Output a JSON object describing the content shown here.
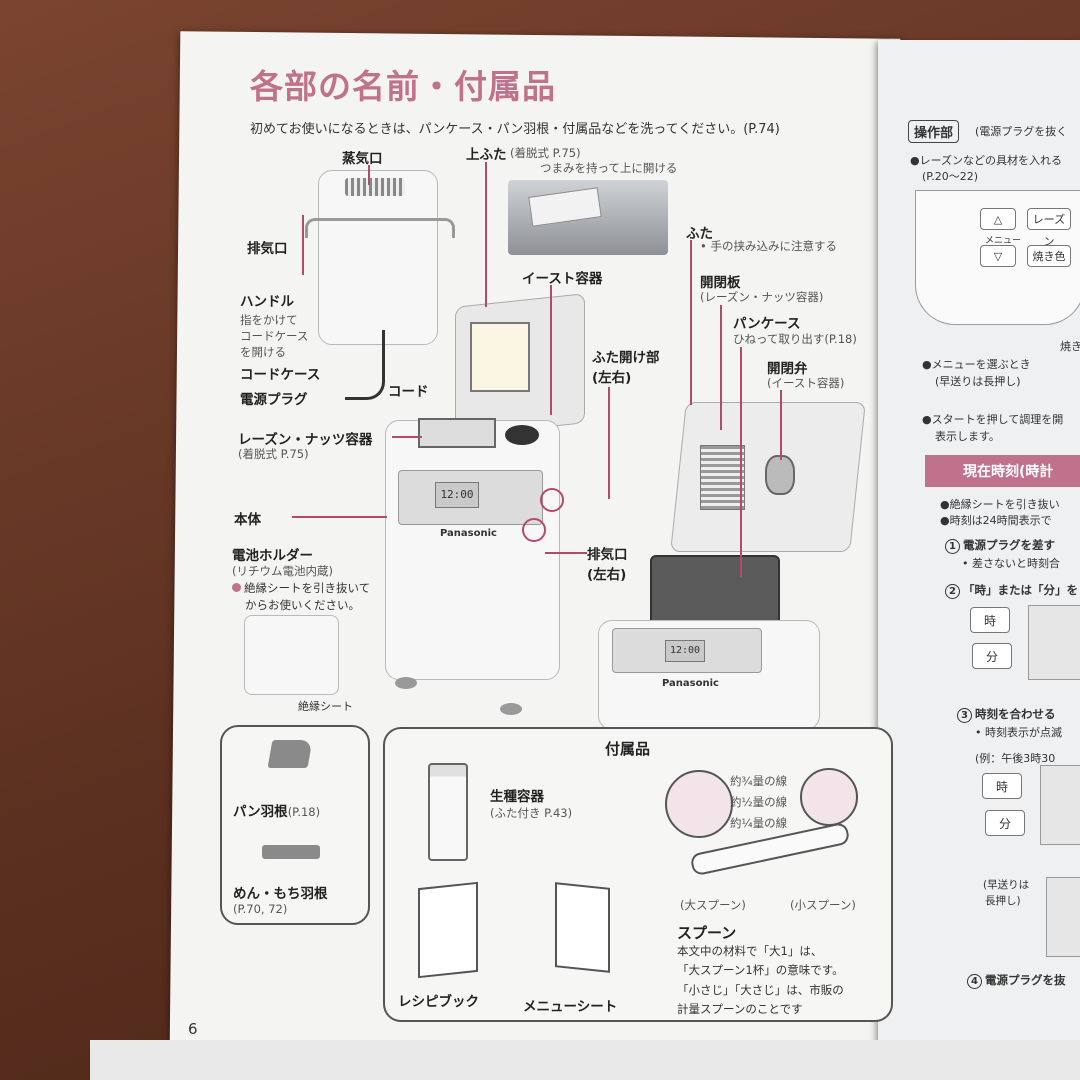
{
  "page": {
    "title": "各部の名前・付属品",
    "intro": "初めてお使いになるときは、パンケース・パン羽根・付属品などを洗ってください。(P.74)",
    "page_number": "6"
  },
  "labels": {
    "steam_vent": "蒸気口",
    "exhaust_vent": "排気口",
    "handle": "ハンドル",
    "handle_note1": "指をかけて",
    "handle_note2": "コードケース",
    "handle_note3": "を開ける",
    "cord_case": "コードケース",
    "cord": "コード",
    "power_plug": "電源プラグ",
    "top_lid": "上ふた",
    "top_lid_ref": "(着脱式 P.75)",
    "top_lid_note": "つまみを持って上に開ける",
    "yeast_container": "イースト容器",
    "lid": "ふた",
    "lid_note": "• 手の挟み込みに注意する",
    "open_plate": "開閉板",
    "open_plate_note": "(レーズン・ナッツ容器)",
    "bread_case": "パンケース",
    "bread_case_note": "ひねって取り出す(P.18)",
    "open_valve": "開閉弁",
    "open_valve_note": "(イースト容器)",
    "lid_opener": "ふた開け部",
    "lid_opener_side": "(左右)",
    "raisin_container": "レーズン・ナッツ容器",
    "raisin_ref": "(着脱式 P.75)",
    "body": "本体",
    "battery_holder": "電池ホルダー",
    "battery_note": "(リチウム電池内蔵)",
    "battery_warn1": "絶縁シートを引き抜いて",
    "battery_warn2": "からお使いください。",
    "exhaust_vent_lr": "排気口",
    "exhaust_vent_lr_side": "(左右)",
    "insulation_sheet": "絶縁シート",
    "brand": "Panasonic",
    "display_time": "12:00"
  },
  "blades": {
    "bread_blade": "パン羽根",
    "bread_blade_ref": "(P.18)",
    "noodle_blade": "めん・もち羽根",
    "noodle_blade_ref": "(P.70, 72)"
  },
  "accessories": {
    "heading": "付属品",
    "starter_container": "生種容器",
    "starter_note": "(ふた付き P.43)",
    "line_3_4": "約¾量の線",
    "line_1_2": "約½量の線",
    "line_1_4": "約¼量の線",
    "big_spoon": "(大スプーン)",
    "small_spoon": "(小スプーン)",
    "spoon": "スプーン",
    "spoon_note1": "本文中の材料で「大1」は、",
    "spoon_note2": "「大スプーン1杯」の意味です。",
    "spoon_note3": "「小さじ」「大さじ」は、市販の",
    "spoon_note4": "計量スプーンのことです",
    "recipe_book": "レシピブック",
    "menu_sheet": "メニューシート"
  },
  "right_page": {
    "ops_heading": "操作部",
    "ops_note": "(電源プラグを抜く",
    "raisin_note": "●レーズンなどの具材を入れる",
    "raisin_ref": "(P.20～22)",
    "btn_up": "△",
    "btn_down": "▽",
    "btn_menu": "メニュー",
    "btn_raisin": "レーズン",
    "btn_bake": "焼き色",
    "btn_bake_side": "焼き",
    "menu_select": "●メニューを選ぶとき",
    "menu_select_note": "(早送りは長押し)",
    "start_note1": "●スタートを押して調理を開",
    "start_note2": "表示します。",
    "clock_heading": "現在時刻(時計",
    "clock_note1": "●絶縁シートを引き抜い",
    "clock_note2": "●時刻は24時間表示で",
    "step1": "電源プラグを差す",
    "step1_note": "• 差さないと時刻合",
    "step2": "「時」または「分」を",
    "hour": "時",
    "minute": "分",
    "step3": "時刻を合わせる",
    "step3_note": "• 時刻表示が点滅",
    "example": "(例：午後3時30",
    "fast1": "(早送りは",
    "fast2": "長押し)",
    "step4": "電源プラグを抜"
  }
}
